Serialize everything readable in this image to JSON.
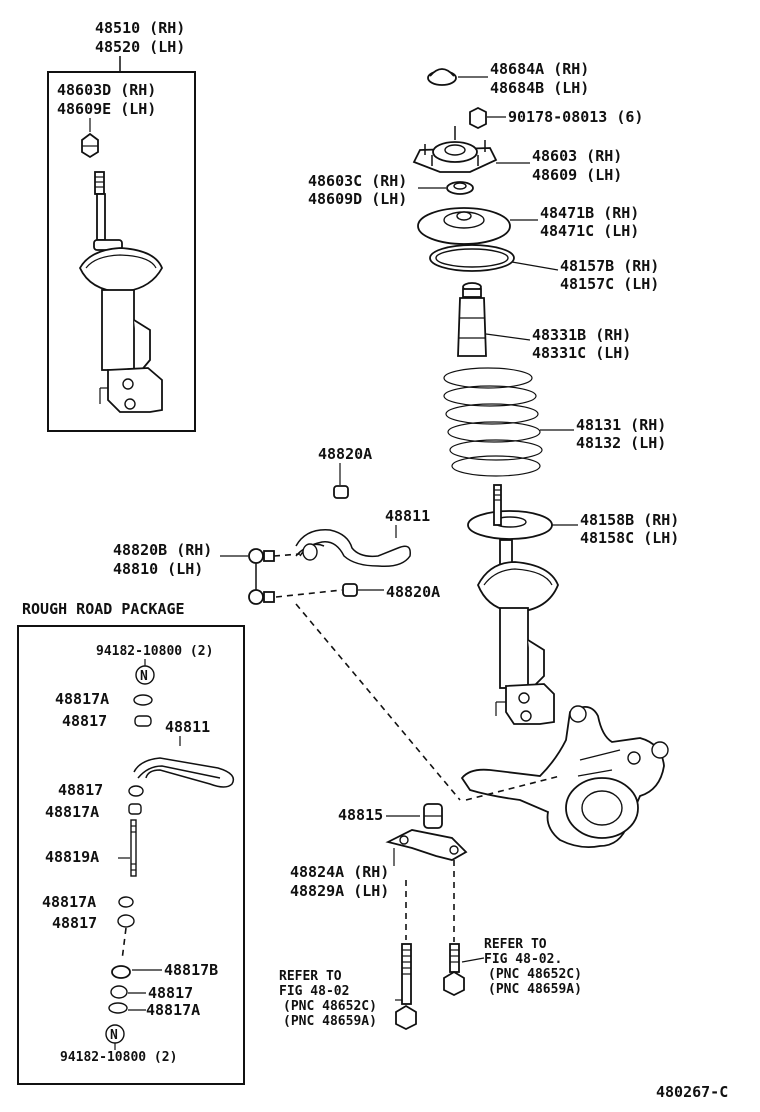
{
  "labels": {
    "strut_rh": "48510 (RH)",
    "strut_lh": "48520 (LH)",
    "strut_nut_rh": "48603D (RH)",
    "strut_nut_lh": "48609E (LH)",
    "cap_rh": "48684A (RH)",
    "cap_lh": "48684B (LH)",
    "mount_bolt": "90178-08013 (6)",
    "mount_rh": "48603 (RH)",
    "mount_lh": "48609 (LH)",
    "mount_nut_rh": "48603C (RH)",
    "mount_nut_lh": "48609D (LH)",
    "upper_seat_rh": "48471B (RH)",
    "upper_seat_lh": "48471C (LH)",
    "insulator_rh": "48157B (RH)",
    "insulator_lh": "48157C (LH)",
    "bumper_rh": "48331B (RH)",
    "bumper_lh": "48331C (LH)",
    "spring_rh": "48131 (RH)",
    "spring_lh": "48132 (LH)",
    "lower_ins_rh": "48158B (RH)",
    "lower_ins_lh": "48158C (LH)",
    "bushing_top": "48820A",
    "stabilizer": "48811",
    "link_bushing_rh": "48820B (RH)",
    "link_lh": "48810 (LH)",
    "bushing_bottom": "48820A",
    "rough_road": "ROUGH ROAD PACKAGE",
    "rr_nut_top": "94182-10800 (2)",
    "rr_48817a_1": "48817A",
    "rr_48817_1": "48817",
    "rr_48811": "48811",
    "rr_48817_2": "48817",
    "rr_48817a_2": "48817A",
    "rr_48819a": "48819A",
    "rr_48817a_3": "48817A",
    "rr_48817_3": "48817",
    "rr_48817b": "48817B",
    "rr_48817_4": "48817",
    "rr_48817a_4": "48817A",
    "rr_nut_bottom": "94182-10800 (2)",
    "bushing_48815": "48815",
    "bracket_rh": "48824A (RH)",
    "bracket_lh": "48829A (LH)",
    "ref_left_1": "REFER TO",
    "ref_left_2": "FIG 48-02",
    "ref_left_3": "(PNC 48652C)",
    "ref_left_4": "(PNC 48659A)",
    "ref_right_1": "REFER TO",
    "ref_right_2": "FIG 48-02.",
    "ref_right_3": "(PNC 48652C)",
    "ref_right_4": "(PNC 48659A)",
    "n_symbol": "N",
    "diagram_code": "480267-C"
  }
}
